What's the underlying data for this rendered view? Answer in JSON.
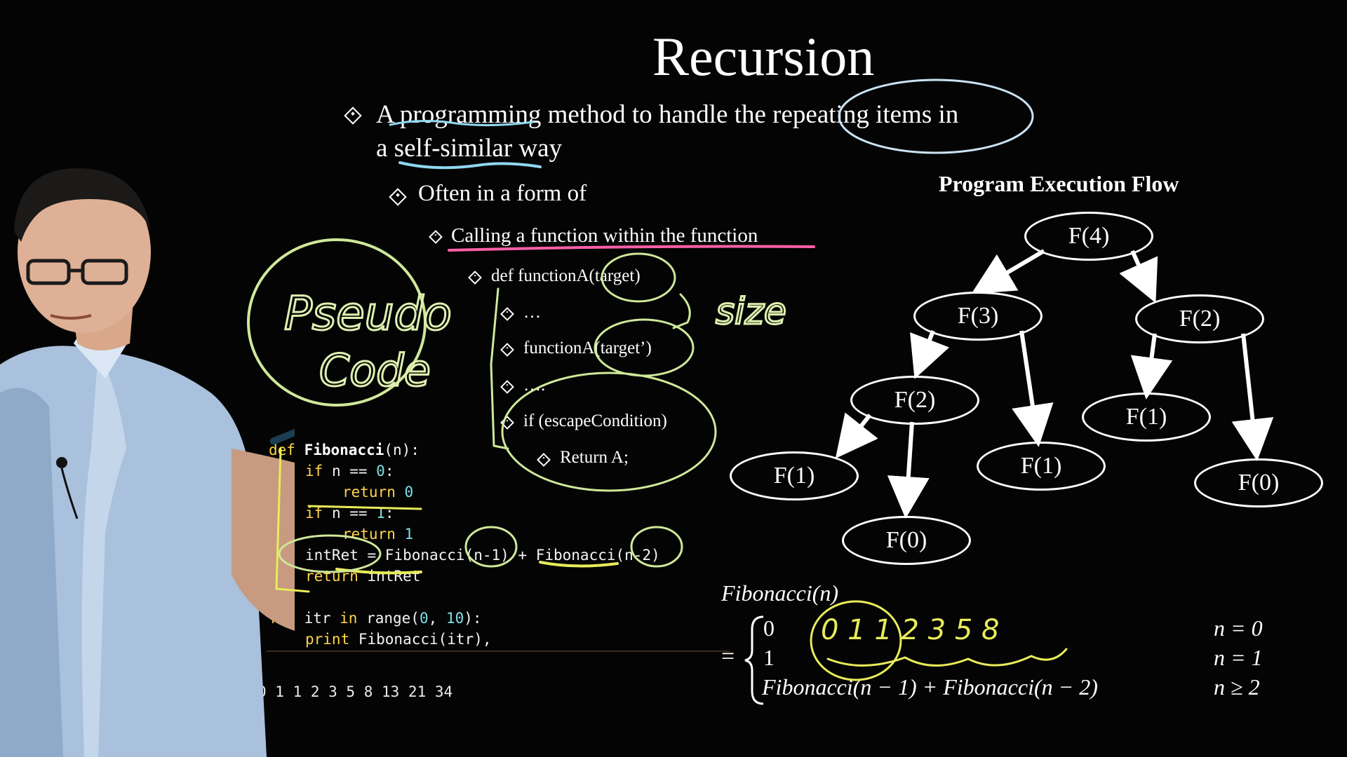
{
  "slide": {
    "title": "Recursion",
    "bullets": {
      "b1_line1": "A programming method to handle the repeating items in",
      "b1_line2": "a self-similar way",
      "b2": "Often in a form of",
      "b3": "Calling a function within the function",
      "b4": "def functionA(target)",
      "b5": "…",
      "b6": "functionA(target’)",
      "b7": "….",
      "b8": "if (escapeCondition)",
      "b9": "Return A;"
    }
  },
  "annotations": {
    "pseudo_line1": "Pseudo",
    "pseudo_line2": "Code",
    "size": "size"
  },
  "code": {
    "line1": {
      "kw": "def",
      "name": "Fibonacci",
      "rest": "(n):"
    },
    "line2": {
      "kw": "if",
      "rest1": " n == ",
      "num": "0",
      "rest2": ":"
    },
    "line3": {
      "kw": "return",
      "num": "0"
    },
    "line4": {
      "kw": "if",
      "rest1": " n == ",
      "num": "1",
      "rest2": ":"
    },
    "line5": {
      "kw": "return",
      "num": "1"
    },
    "line6": {
      "text": "intRet = Fibonacci(n-1) + Fibonacci(n-2)"
    },
    "line7": {
      "kw": "return",
      "rest": " intRet"
    },
    "line8": {
      "kw1": "for",
      "mid": " itr ",
      "kw2": "in",
      "rest1": " range(",
      "num1": "0",
      "rest2": ", ",
      "num2": "10",
      "rest3": "):"
    },
    "line9": {
      "kw": "print",
      "rest": " Fibonacci(itr),"
    }
  },
  "output": {
    "text": "0 1 1 2 3 5 8 13 21 34"
  },
  "flow": {
    "title": "Program Execution Flow",
    "nodes": {
      "root": "F(4)",
      "l": "F(3)",
      "r": "F(2)",
      "ll": "F(2)",
      "lr": "F(1)",
      "rl": "F(1)",
      "rr": "F(0)",
      "lll": "F(1)",
      "llr": "F(0)"
    }
  },
  "formula": {
    "lhs": "Fibonacci(n)",
    "eq": "=",
    "case1_val": "0",
    "case2_val": "1",
    "case3_val": "Fibonacci(n − 1) + Fibonacci(n − 2)",
    "cond1": "n = 0",
    "cond2": "n = 1",
    "cond3": "n ≥ 2",
    "handwritten_seq": "0 1 1 2 3 5 8"
  },
  "colors": {
    "background": "#040404",
    "keyword": "#ffd54a",
    "number": "#7ee0e6",
    "pen_green": "#cfe89a",
    "pen_blue": "#8fd8f0",
    "pen_pink": "#ff5fa8",
    "pen_yellow": "#e8ec5a"
  }
}
